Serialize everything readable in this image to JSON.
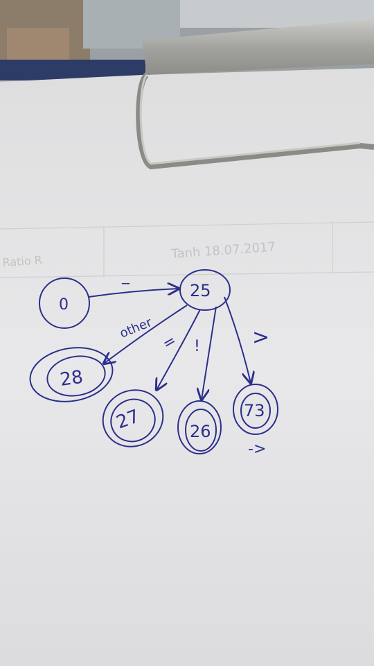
{
  "diagram": {
    "start_state": "0",
    "hub_state": "25",
    "states": {
      "s28": "28",
      "s27": "27",
      "s26": "26",
      "s73": "73"
    },
    "edges": {
      "start_to_hub": "_",
      "hub_to_28": "other",
      "hub_to_27": "=",
      "hub_to_26": "!",
      "hub_to_73": ">"
    },
    "note": "->"
  },
  "paper_table": {
    "date": "Tanh 18.07.2017",
    "partial": "Ratio R"
  },
  "colors": {
    "ink": "#2b2f8a",
    "paper": "#e6e6e8",
    "background": "#b9b8b8",
    "clip": "#a8a8a6"
  }
}
